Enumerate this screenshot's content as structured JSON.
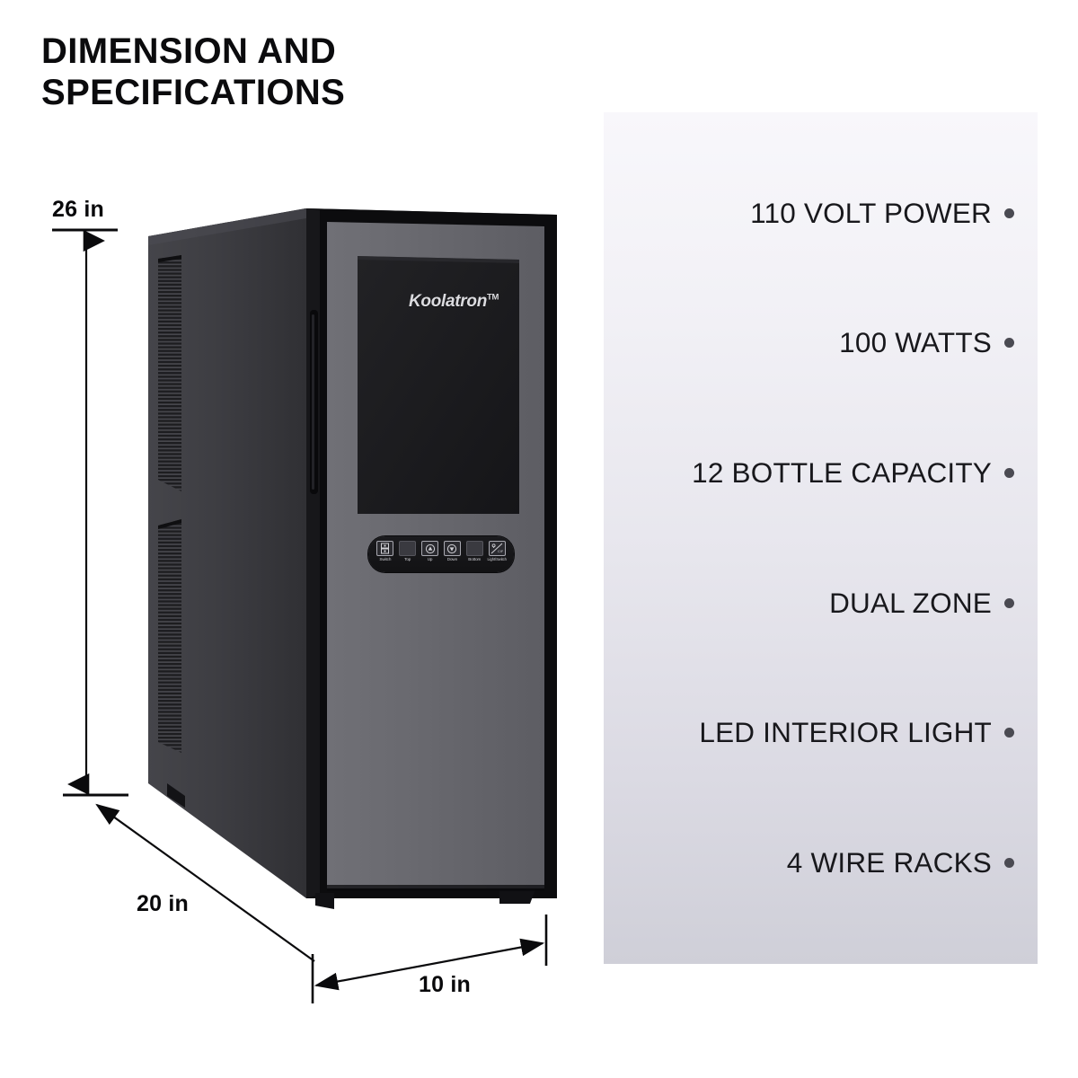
{
  "page": {
    "background": "#ffffff",
    "title_lines": [
      "DIMENSION AND",
      "SPECIFICATIONS"
    ]
  },
  "dimensions": {
    "height_label": "26 in",
    "depth_label": "20 in",
    "width_label": "10 in"
  },
  "specs": {
    "panel_gradient_top": "#f8f7fb",
    "panel_gradient_bottom": "#cfcfd8",
    "bullet_color": "#4a4a52",
    "items": [
      {
        "label": "110 VOLT POWER"
      },
      {
        "label": "100 WATTS"
      },
      {
        "label": "12 BOTTLE CAPACITY"
      },
      {
        "label": "DUAL ZONE"
      },
      {
        "label": "LED INTERIOR LIGHT"
      },
      {
        "label": "4 WIRE RACKS"
      }
    ]
  },
  "product": {
    "brand": "Koolatron",
    "trademark": "TM",
    "body_color": "#3a3a3d",
    "door_frame_color": "#6a6a6e",
    "glass_color": "#1d1d1f",
    "control_panel": {
      "buttons": [
        {
          "caption": "Switch",
          "icon": "dual-zone-switch-icon"
        },
        {
          "caption": "Top",
          "icon": "top-temperature-display"
        },
        {
          "caption": "Up",
          "icon": "arrow-up-icon"
        },
        {
          "caption": "Down",
          "icon": "arrow-down-icon"
        },
        {
          "caption": "Bottom",
          "icon": "bottom-temperature-display"
        },
        {
          "caption": "Light/Switch",
          "icon": "light-celsius-fahrenheit-icon"
        }
      ]
    }
  }
}
